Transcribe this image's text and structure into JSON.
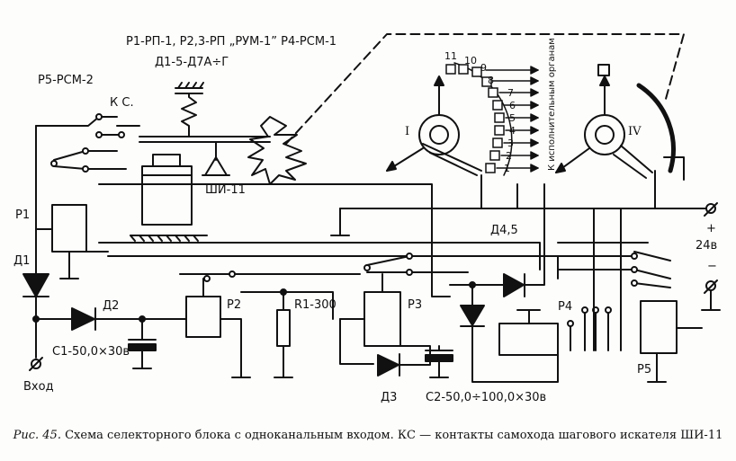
{
  "header": {
    "relay_spec": "Р1-РП-1, Р2,3-РП „РУМ-1” Р4-РСМ-1",
    "diode_spec": "Д1-5-Д7А÷Г",
    "relay5_spec": "Р5-РСМ-2"
  },
  "labels": {
    "ks": "К С.",
    "shi": "ШИ-11",
    "p1": "Р1",
    "d1": "Д1",
    "d2": "Д2",
    "c1": "С1-50,0×30в",
    "input": "Вход",
    "p2": "Р2",
    "r1": "R1-300",
    "p3": "Р3",
    "d3": "Д3",
    "c2": "С2-50,0÷100,0×30в",
    "d45": "Д4,5",
    "p4": "Р4",
    "p5": "Р5",
    "plus": "+",
    "v24": "24в",
    "minus": "−",
    "wafer1": "I",
    "wafer4": "IV",
    "to_organs": "К исполнительным органам"
  },
  "contacts": [
    "1",
    "2",
    "3",
    "4",
    "5",
    "6",
    "7",
    "8",
    "9",
    "10",
    "11"
  ],
  "caption": {
    "fig": "Рис. 45.",
    "text": "Схема селекторного блока с одноканальным входом. КС — контакты самохода шагового искателя ШИ-11"
  }
}
